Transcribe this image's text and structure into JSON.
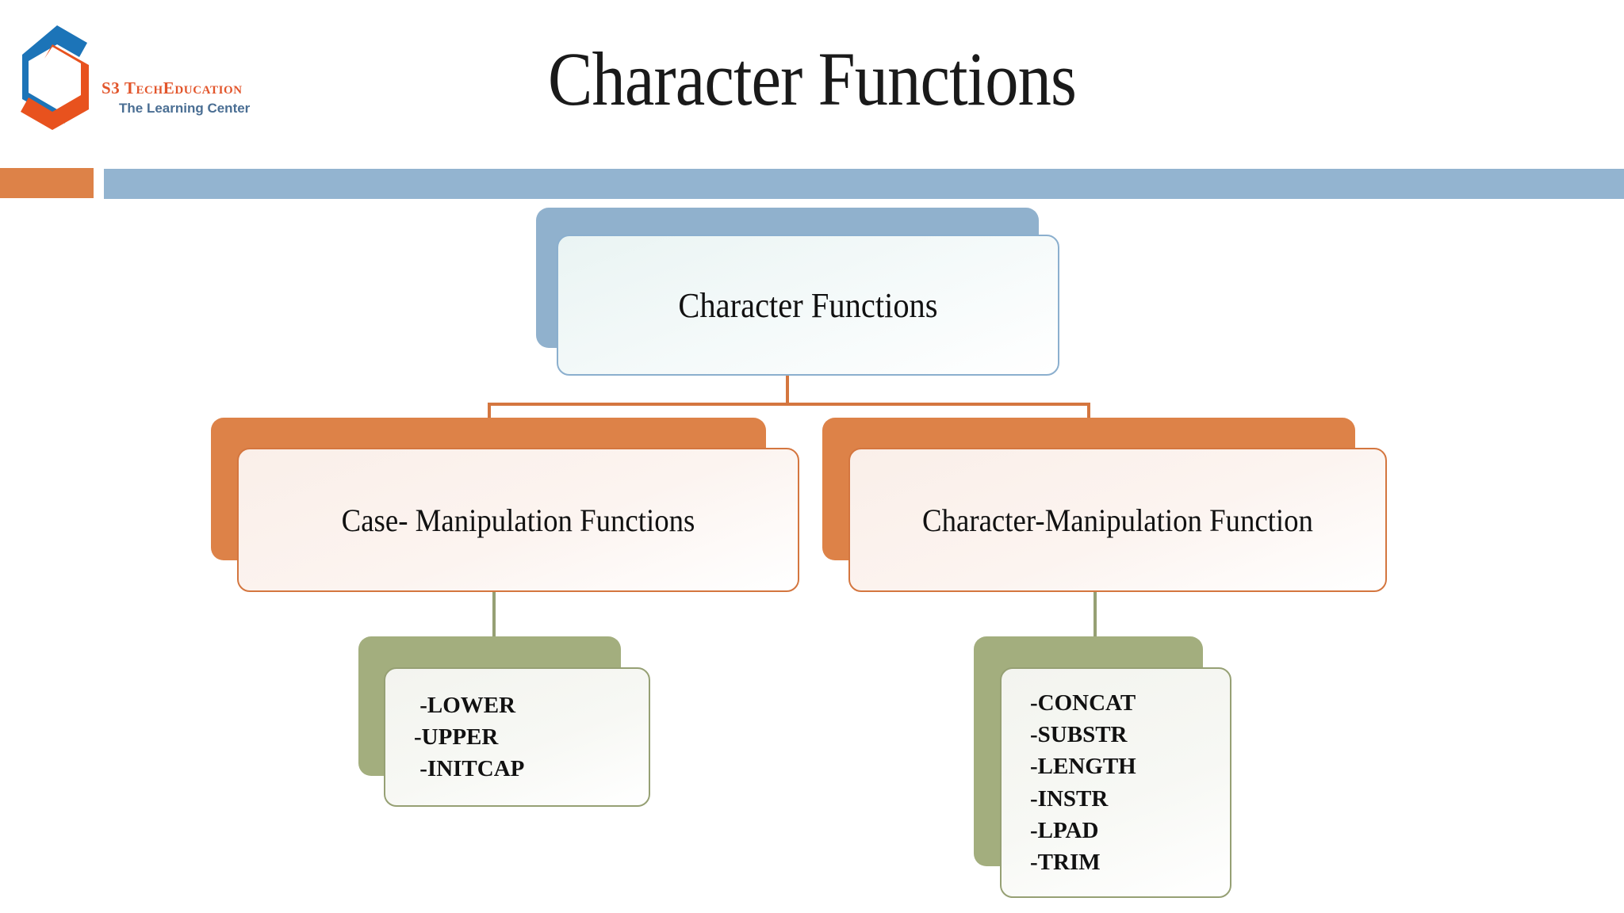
{
  "slide": {
    "title": "Character Functions",
    "background_color": "#FFFFFF"
  },
  "logo": {
    "mark_name": "s3-hexagon-logo",
    "title": "S3 TechEducation",
    "subtitle": "The Learning Center",
    "title_color": "#E2552B",
    "subtitle_color": "#4A6E93",
    "hex_blue": "#1C74B8",
    "hex_orange": "#E8521E"
  },
  "divider": {
    "orange_color": "#DD8248",
    "blue_color": "#93B4D0"
  },
  "diagram": {
    "type": "hierarchy",
    "root": {
      "label": "Character Functions",
      "shadow_color": "#90B1CD",
      "border_color": "#8BAFCE",
      "fill_color": "#F2F8F7"
    },
    "branches": [
      {
        "label": "Case- Manipulation Functions",
        "shadow_color": "#DD8248",
        "border_color": "#D4763F",
        "fill_color": "#FAF0EA",
        "leaf": {
          "shadow_color": "#A3AE7E",
          "border_color": "#96A074",
          "fill_color": "#F5F6F1",
          "items": [
            " -LOWER",
            "-UPPER",
            " -INITCAP"
          ]
        }
      },
      {
        "label": "Character-Manipulation Function",
        "shadow_color": "#DD8248",
        "border_color": "#D4763F",
        "fill_color": "#FAF0EA",
        "leaf": {
          "shadow_color": "#A3AE7E",
          "border_color": "#96A074",
          "fill_color": "#F5F6F1",
          "items": [
            "-CONCAT",
            "-SUBSTR",
            "-LENGTH",
            "-INSTR",
            "-LPAD",
            "-TRIM"
          ]
        }
      }
    ],
    "connector_color": "#D4763F",
    "leaf_connector_color": "#96A074"
  }
}
